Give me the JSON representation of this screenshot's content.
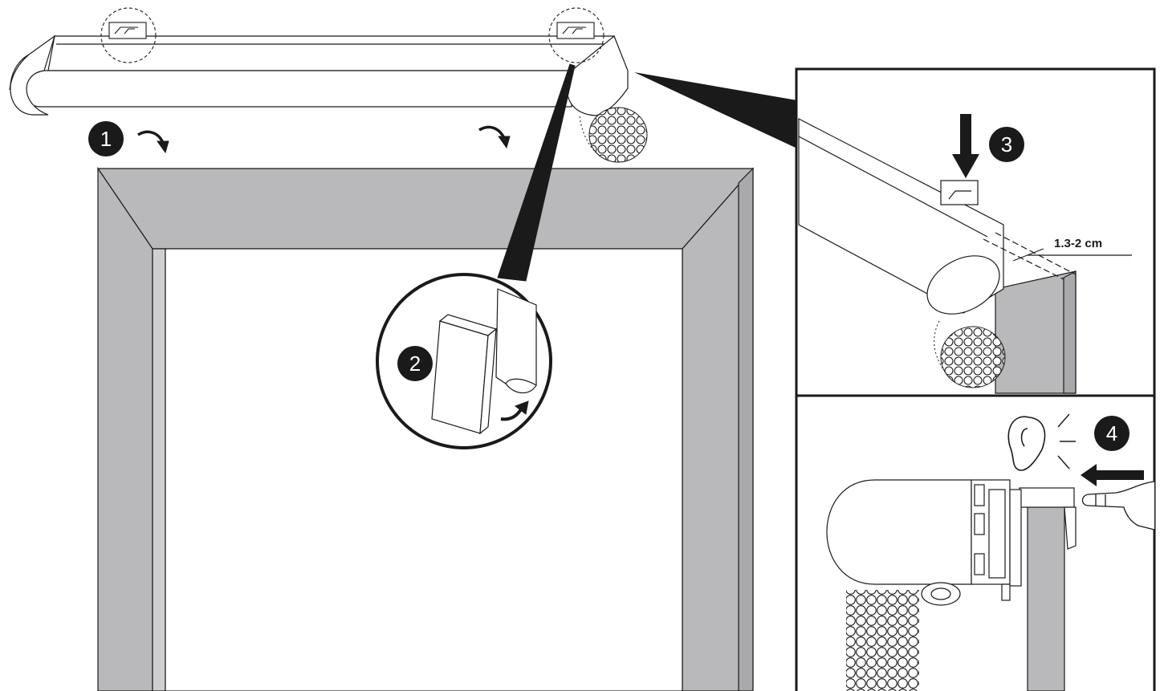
{
  "steps": [
    {
      "number": "1"
    },
    {
      "number": "2"
    },
    {
      "number": "3"
    },
    {
      "number": "4"
    }
  ],
  "measurement": {
    "label": "1.3-2 cm"
  },
  "colors": {
    "frame_fill": "#b9b9bc",
    "frame_inner": "#cfcfd2",
    "line": "#1a1a1a",
    "badge": "#1a1a1a",
    "background": "#ffffff"
  }
}
